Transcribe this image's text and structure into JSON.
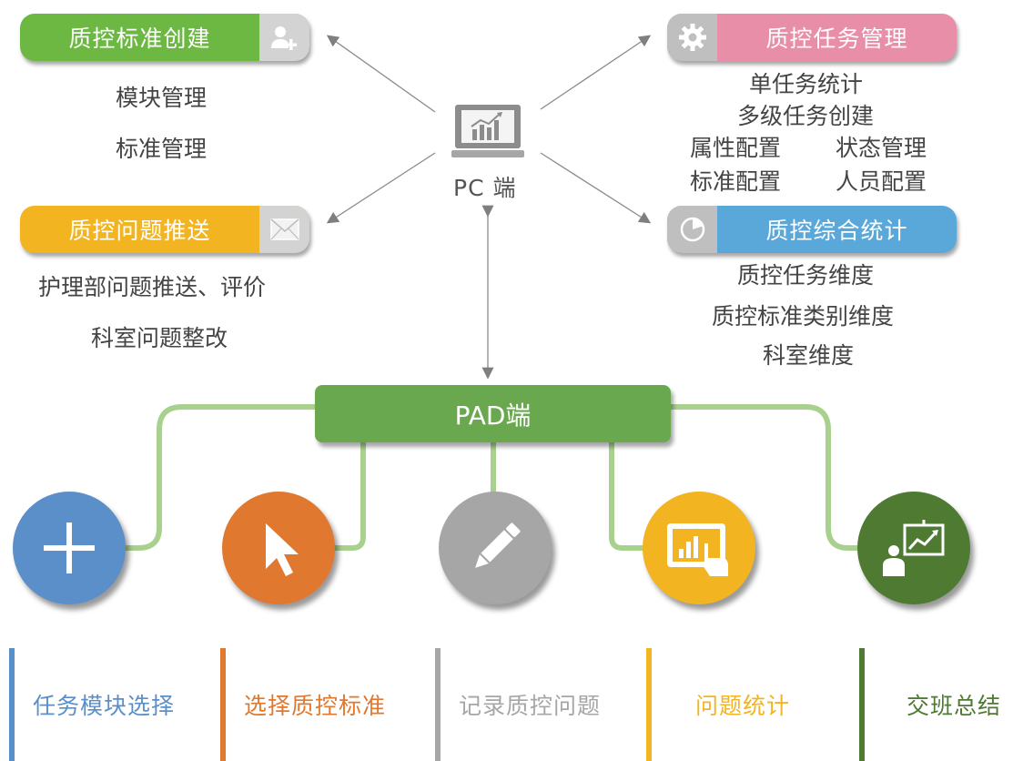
{
  "pc": {
    "label": "PC 端"
  },
  "pad": {
    "label": "PAD端"
  },
  "modules": {
    "standard_create": {
      "title": "质控标准创建",
      "color": "#6cb843",
      "items": [
        "模块管理",
        "标准管理"
      ]
    },
    "task_manage": {
      "title": "质控任务管理",
      "color": "#e98ea8",
      "items": [
        "单任务统计",
        "多级任务创建",
        "属性配置",
        "状态管理",
        "标准配置",
        "人员配置"
      ]
    },
    "issue_push": {
      "title": "质控问题推送",
      "color": "#f2b421",
      "items": [
        "护理部问题推送、评价",
        "科室问题整改"
      ]
    },
    "stats": {
      "title": "质控综合统计",
      "color": "#5aa8d9",
      "items": [
        "质控任务维度",
        "质控标准类别维度",
        "科室维度"
      ]
    }
  },
  "pad_features": [
    {
      "label": "任务模块选择",
      "color": "#5b8fc9",
      "icon": "plus-icon"
    },
    {
      "label": "选择质控标准",
      "color": "#e0782f",
      "icon": "cursor-icon"
    },
    {
      "label": "记录质控问题",
      "color": "#a6a6a6",
      "icon": "pencil-icon"
    },
    {
      "label": "问题统计",
      "color": "#f2b421",
      "icon": "tablet-chart-icon"
    },
    {
      "label": "交班总结",
      "color": "#4e7a32",
      "icon": "presentation-icon"
    }
  ],
  "colors": {
    "connector_green": "#a9d18e",
    "arrow_gray": "#7f7f7f",
    "pad_green": "#6aa84f"
  }
}
